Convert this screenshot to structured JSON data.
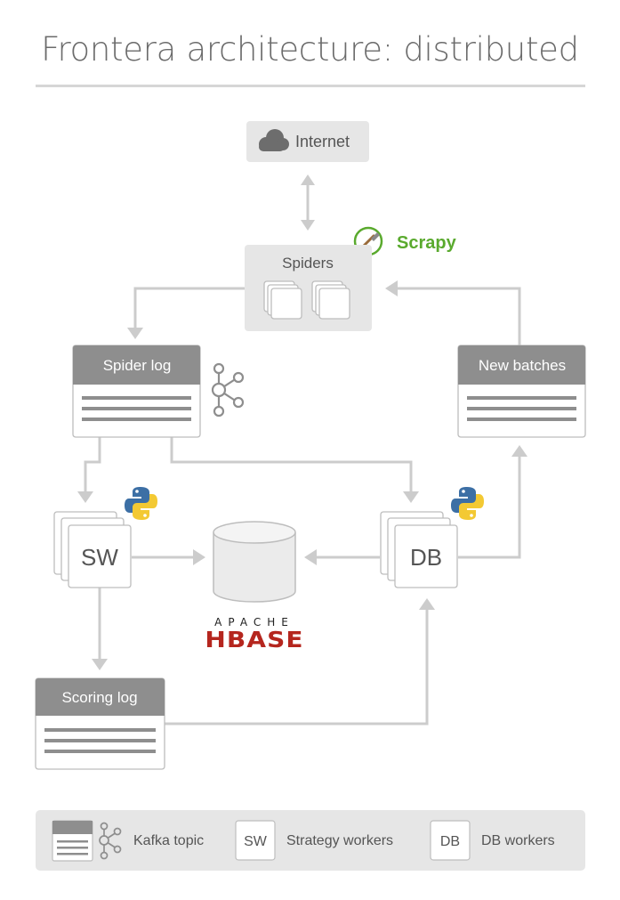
{
  "title": "Frontera architecture: distributed",
  "nodes": {
    "internet": "Internet",
    "spiders": "Spiders",
    "scrapy": "Scrapy",
    "spider_log": "Spider log",
    "new_batches": "New batches",
    "sw": "SW",
    "db": "DB",
    "hbase_top": "APACHE",
    "hbase_bottom": "HBASE",
    "scoring_log": "Scoring log"
  },
  "legend": {
    "kafka": "Kafka topic",
    "sw_abbr": "SW",
    "sw_label": "Strategy workers",
    "db_abbr": "DB",
    "db_label": "DB workers"
  },
  "colors": {
    "box_header": "#8e8e8e",
    "panel": "#e6e6e6",
    "arrow": "#cccccc",
    "border": "#bdbdbd",
    "scrapy_green": "#5aaa2e",
    "hbase_red": "#b5261e",
    "python_blue": "#3c6fa5",
    "python_yellow": "#f3c933"
  },
  "icons": [
    "cloud-icon",
    "scrapy-spatula-icon",
    "kafka-icon",
    "python-logo-icon",
    "database-cylinder-icon"
  ]
}
